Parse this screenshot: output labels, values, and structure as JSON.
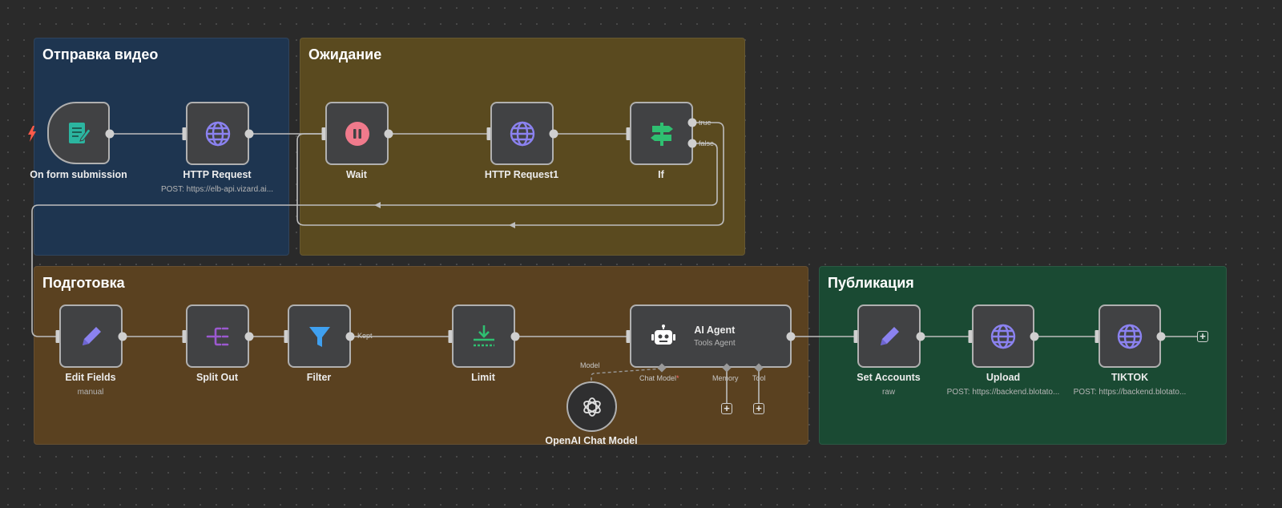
{
  "canvas": {
    "groups": [
      {
        "title": "Отправка видео",
        "color": "#1e3550"
      },
      {
        "title": "Ожидание",
        "color": "#5a4a1f"
      },
      {
        "title": "Подготовка",
        "color": "#5a4120"
      },
      {
        "title": "Публикация",
        "color": "#1a4a33"
      }
    ],
    "nodes": {
      "form": {
        "label": "On form submission"
      },
      "http1": {
        "label": "HTTP Request",
        "subtitle": "POST: https://elb-api.vizard.ai..."
      },
      "wait": {
        "label": "Wait"
      },
      "http2": {
        "label": "HTTP Request1"
      },
      "if": {
        "label": "If",
        "out_true": "true",
        "out_false": "false"
      },
      "edit": {
        "label": "Edit Fields",
        "subtitle": "manual"
      },
      "split": {
        "label": "Split Out"
      },
      "filter": {
        "label": "Filter",
        "out_label": "Kept"
      },
      "limit": {
        "label": "Limit"
      },
      "agent": {
        "label": "AI Agent",
        "subtitle": "Tools Agent",
        "ports": {
          "chat_model": "Chat Model",
          "required": "*",
          "memory": "Memory",
          "tool": "Tool"
        }
      },
      "openai": {
        "label": "OpenAI Chat Model",
        "port_label": "Model"
      },
      "setacc": {
        "label": "Set Accounts",
        "subtitle": "raw"
      },
      "upload": {
        "label": "Upload",
        "subtitle": "POST: https://backend.blotato..."
      },
      "tiktok": {
        "label": "TIKTOK",
        "subtitle": "POST: https://backend.blotato..."
      }
    },
    "plus_symbol": "+"
  },
  "icons": {
    "form": "form-icon",
    "http": "globe-icon",
    "wait": "pause-icon",
    "if": "signpost-icon",
    "edit": "pencil-icon",
    "split": "split-icon",
    "filter": "filter-icon",
    "limit": "limit-icon",
    "agent": "robot-icon",
    "openai": "openai-icon",
    "trigger": "bolt-icon"
  },
  "colors": {
    "globe": "#8b82f0",
    "pause": "#f07a8c",
    "signpost": "#2fbf71",
    "pencil": "#8b82f0",
    "split": "#9b59d0",
    "filter": "#3fa0f0",
    "limit": "#2fbf71",
    "form": "#2bb5a0",
    "bolt": "#ff5a4a"
  }
}
